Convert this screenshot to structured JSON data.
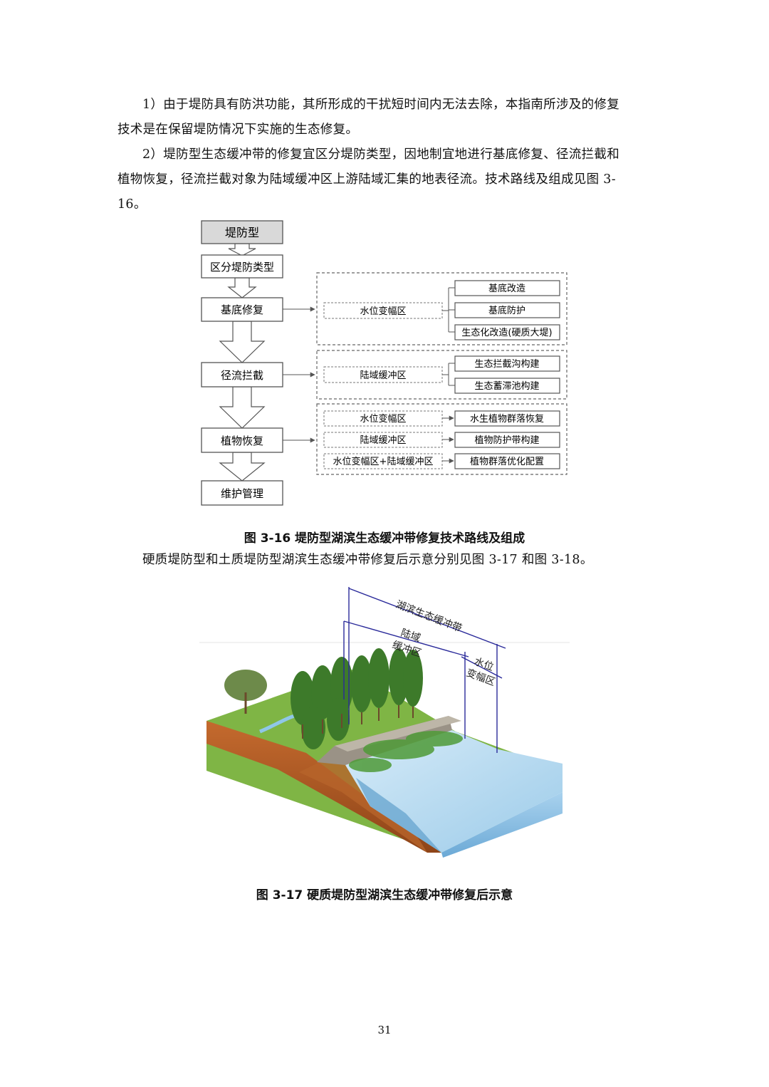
{
  "paragraphs": {
    "p1": [
      "1）由于堤防具有防洪功能，其所形成的干扰短时间内无法去除，本指南所涉及的修复",
      "技术是在保留堤防情况下实施的生态修复。"
    ],
    "p2": [
      "2）堤防型生态缓冲带的修复宜区分堤防类型，因地制宜地进行基底修复、径流拦截和",
      "植物恢复，径流拦截对象为陆域缓冲区上游陆域汇集的地表径流。技术路线及组成见图 3-",
      "16。"
    ],
    "p3": "硬质堤防型和土质堤防型湖滨生态缓冲带修复后示意分别见图 3-17 和图 3-18。"
  },
  "flowchart": {
    "main_steps": [
      "堤防型",
      "区分堤防类型",
      "基底修复",
      "径流拦截",
      "植物恢复",
      "维护管理"
    ],
    "group1": {
      "zone": "水位变幅区",
      "items": [
        "基底改造",
        "基底防护",
        "生态化改造(硬质大堤)"
      ]
    },
    "group2": {
      "zone": "陆域缓冲区",
      "items": [
        "生态拦截沟构建",
        "生态蓄滞池构建"
      ]
    },
    "group3": {
      "rows": [
        {
          "zone": "水位变幅区",
          "item": "水生植物群落恢复"
        },
        {
          "zone": "陆域缓冲区",
          "item": "植物防护带构建"
        },
        {
          "zone": "水位变幅区+陆域缓冲区",
          "item": "植物群落优化配置"
        }
      ]
    }
  },
  "captions": {
    "fig16": "图 3-16 堤防型湖滨生态缓冲带修复技术路线及组成",
    "fig17": "图 3-17 硬质堤防型湖滨生态缓冲带修复后示意"
  },
  "illustration": {
    "label_buffer": "湖滨生态缓冲带",
    "label_land": [
      "陆域",
      "缓冲区"
    ],
    "label_water": [
      "水位",
      "变幅区"
    ]
  },
  "page_number": "31",
  "colors": {
    "box_stroke": "#555555",
    "top_box_fill": "#d9d9d9",
    "annotation": "#2a2a9a",
    "water": "#7fb7dc",
    "soil": "#b8602a",
    "grass": "#6fae3c"
  }
}
